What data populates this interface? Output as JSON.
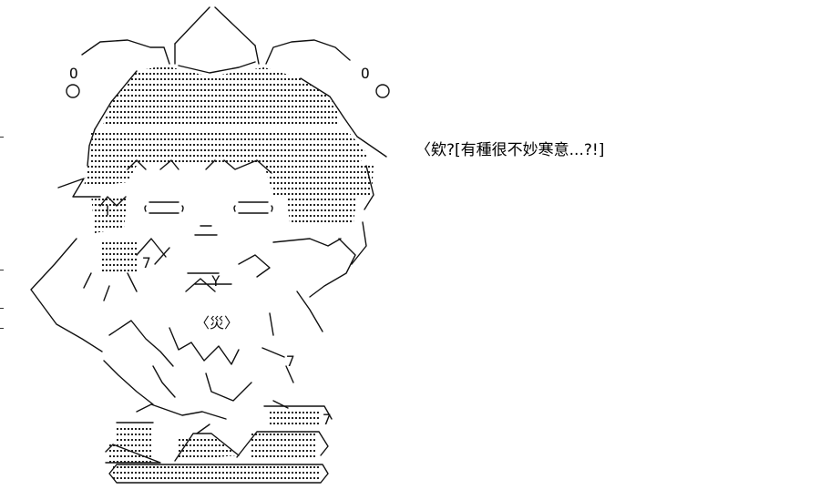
{
  "caption": {
    "text": "〈欸?[有種很不妙寒意...?!]"
  },
  "artwork": {
    "icon": "ascii-art-character",
    "color": "#111111",
    "background": "#ffffff",
    "text_marks": {
      "bubble_left": "O",
      "bubble_right": "O",
      "seven_top": "7",
      "seven_mid": "7",
      "seven_bottom": "7",
      "chest_label": "〈災〉",
      "y_mark": "Y"
    }
  }
}
